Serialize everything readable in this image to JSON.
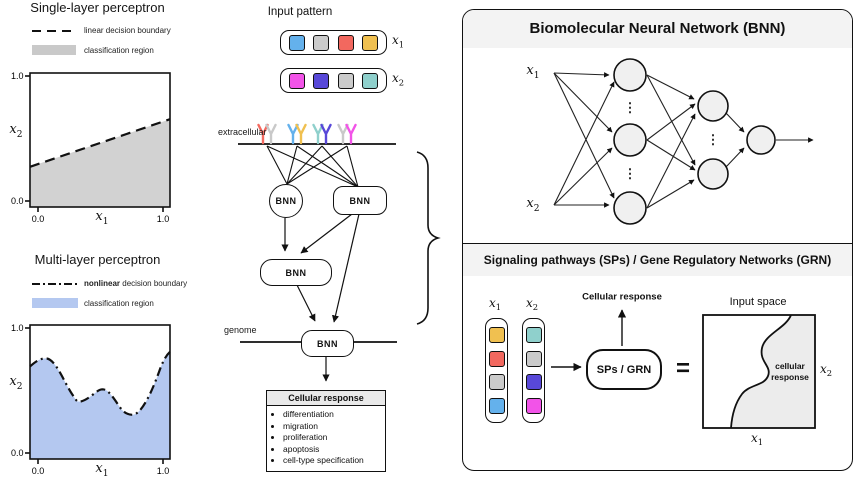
{
  "left_panel": {
    "slp": {
      "title": "Single-layer perceptron",
      "legend": [
        {
          "label": "linear decision boundary"
        },
        {
          "label": "classification region",
          "swatch_color": "#c9c9c9"
        }
      ],
      "axes": {
        "xticks": [
          "0.0",
          "1.0"
        ],
        "yticks": [
          "0.0",
          "1.0"
        ],
        "xlabel_base": "x",
        "xlabel_sub": "1",
        "ylabel_base": "x",
        "ylabel_sub": "2"
      },
      "region_color": "#d2d2d2"
    },
    "mlp": {
      "title": "Multi-layer perceptron",
      "legend1_bold": "nonlinear",
      "legend1_rest": " decision boundary",
      "legend2": "classification region",
      "legend2_swatch_color": "#b4c8f0",
      "axes": {
        "xticks": [
          "0.0",
          "1.0"
        ],
        "yticks": [
          "0.0",
          "1.0"
        ],
        "xlabel_base": "x",
        "xlabel_sub": "1",
        "ylabel_base": "x",
        "ylabel_sub": "2"
      },
      "region_color": "#b4c8f0"
    }
  },
  "middle": {
    "title": "Input pattern",
    "x1": {
      "base": "x",
      "sub": "1"
    },
    "x2": {
      "base": "x",
      "sub": "2"
    },
    "x1_colors": [
      "#64b1ec",
      "#cbcbcb",
      "#f2685f",
      "#f0c050"
    ],
    "x2_colors": [
      "#f253e8",
      "#5848d8",
      "#cbcbcb",
      "#8fd0cc"
    ],
    "extracellular": "extracellular",
    "genome": "genome",
    "bnn_label": "BNN",
    "receptor_colors": [
      "#f4695f",
      "#c9c9c9",
      "#64b1ec",
      "#f0c050",
      "#8fd0cc",
      "#5848d8",
      "#c9c9c9",
      "#f253e8"
    ],
    "cellular_response": {
      "header": "Cellular response",
      "items": [
        "differentiation",
        "migration",
        "proliferation",
        "apoptosis",
        "cell-type specification"
      ]
    }
  },
  "right_panel": {
    "title": "Biomolecular Neural Network (BNN)",
    "nn": {
      "x1": {
        "base": "x",
        "sub": "1"
      },
      "x2": {
        "base": "x",
        "sub": "2"
      },
      "vdots": "⋮",
      "node_fill": "#f0f0f0"
    },
    "section2_title": "Signaling pathways (SPs) / Gene Regulatory Networks (GRN)",
    "bottom": {
      "x1": {
        "base": "x",
        "sub": "1"
      },
      "x2": {
        "base": "x",
        "sub": "2"
      },
      "x1_colors": [
        "#f0c050",
        "#f2685f",
        "#cbcbcb",
        "#64b1ec"
      ],
      "x2_colors": [
        "#8fd0cc",
        "#cbcbcb",
        "#5848d8",
        "#f253e8"
      ],
      "cellular_response_label": "Cellular response",
      "sps_grn": "SPs / GRN",
      "equals": "=",
      "input_space": {
        "title": "Input space",
        "region_line1": "cellular",
        "region_line2": "response",
        "region_color": "#ececec",
        "x1": {
          "base": "x",
          "sub": "1"
        },
        "x2": {
          "base": "x",
          "sub": "2"
        }
      }
    }
  },
  "chart_data": [
    {
      "type": "area",
      "title": "Single-layer perceptron",
      "xlabel": "x1",
      "ylabel": "x2",
      "xlim": [
        0,
        1
      ],
      "ylim": [
        0,
        1
      ],
      "series": [
        {
          "name": "linear decision boundary",
          "style": "dashed",
          "x": [
            0,
            1
          ],
          "y": [
            0.3,
            0.66
          ]
        }
      ],
      "region": {
        "name": "classification region",
        "fill": "#d2d2d2",
        "area": "below boundary"
      }
    },
    {
      "type": "area",
      "title": "Multi-layer perceptron",
      "xlabel": "x1",
      "ylabel": "x2",
      "xlim": [
        0,
        1
      ],
      "ylim": [
        0,
        1
      ],
      "series": [
        {
          "name": "nonlinear decision boundary",
          "style": "dash-dot",
          "x": [
            0,
            0.12,
            0.34,
            0.52,
            0.73,
            1.0
          ],
          "y": [
            0.69,
            0.75,
            0.43,
            0.52,
            0.33,
            0.8
          ]
        }
      ],
      "region": {
        "name": "classification region",
        "fill": "#b4c8f0",
        "area": "below boundary"
      }
    }
  ]
}
